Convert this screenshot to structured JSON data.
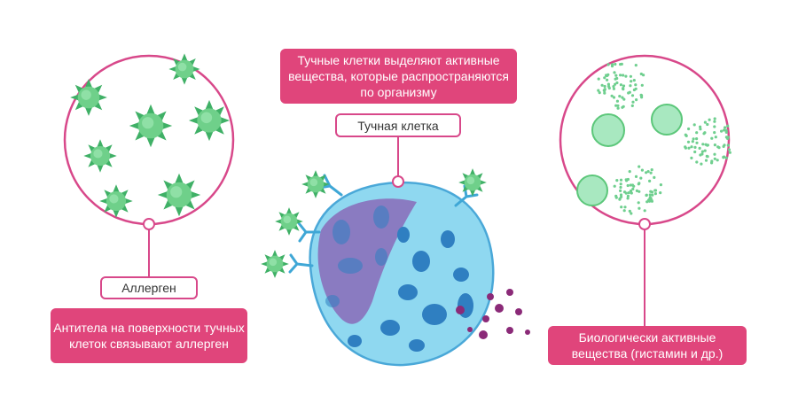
{
  "labels": {
    "allergen": "Аллерген",
    "antibodies": "Антитела на поверхности тучных клеток связывают аллерген",
    "mast_cell_release": "Тучные клетки выделяют активные вещества, которые распространяются по организму",
    "mast_cell": "Тучная клетка",
    "bioactive": "Биологически активные вещества (гистамин и др.)"
  },
  "colors": {
    "accent_pink": "#e0457b",
    "outline_pink": "#d8488a",
    "allergen_green": "#5cc77a",
    "cell_blue": "#8fd8f0",
    "cell_border": "#4aa8d8",
    "nucleus_purple": "#8a6bb8",
    "granule_blue": "#2f7fc1",
    "release_purple": "#8b2a78",
    "histamine_green": "#6fcf8f"
  }
}
